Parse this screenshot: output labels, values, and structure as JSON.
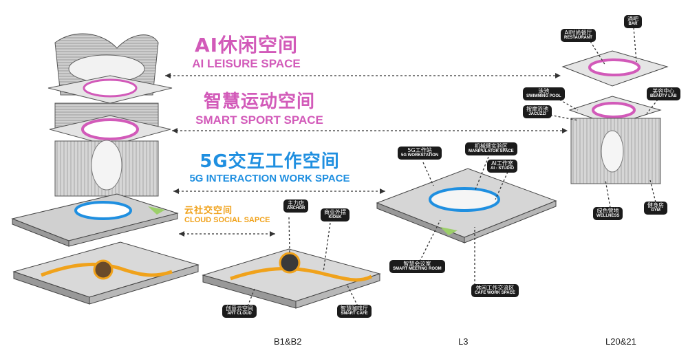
{
  "colors": {
    "pink": "#d25ab9",
    "blue": "#1f8fe0",
    "orange": "#f0a21b",
    "gray_building": "#c9c9c9",
    "tag_bg": "#1b1b1b"
  },
  "zones": {
    "leisure": {
      "cn": "AI休闲空间",
      "en": "AI LEISURE SPACE"
    },
    "sport": {
      "cn": "智慧运动空间",
      "en": "SMART SPORT SPACE"
    },
    "work": {
      "cn": "5G交互工作空间",
      "en": "5G INTERACTION WORK SPACE"
    },
    "social": {
      "cn": "云社交空间",
      "en": "CLOUD SOCIAL SAPCE"
    }
  },
  "tags": {
    "anchor": {
      "cn": "主力店",
      "en": "ANCHOR"
    },
    "kiosk": {
      "cn": "商业外摆",
      "en": "KIOSK"
    },
    "art_cloud": {
      "cn": "创意云空间",
      "en": "ART CLOUD"
    },
    "smart_cafe": {
      "cn": "智慧咖啡厅",
      "en": "SMART CAFE"
    },
    "workstation": {
      "cn": "5G工作站",
      "en": "5G WORKSTATION"
    },
    "manipulator": {
      "cn": "机械臂实验区",
      "en": "MANIPULATOR SPACE"
    },
    "ai_studio": {
      "cn": "AI工作室",
      "en": "AI - STUDIO"
    },
    "meeting": {
      "cn": "智慧会议室",
      "en": "SMART MEETING ROOM"
    },
    "cafe_work": {
      "cn": "休闲工作交流区",
      "en": "CAFE WORK SPACE"
    },
    "restaurant": {
      "cn": "AI时尚餐厅",
      "en": "RESTAURANT"
    },
    "bar": {
      "cn": "酒吧",
      "en": "BAR"
    },
    "pool": {
      "cn": "泳池",
      "en": "SWIMMING POOL"
    },
    "jacuzzi": {
      "cn": "按摩浴池",
      "en": "JACUZZI"
    },
    "beauty": {
      "cn": "美容中心",
      "en": "BEAUTY LAB"
    },
    "wellness": {
      "cn": "绿色营地",
      "en": "WELLNESS"
    },
    "gym": {
      "cn": "健身房",
      "en": "GYM"
    }
  },
  "levels": {
    "basement": "B1&B2",
    "l3": "L3",
    "top": "L20&21"
  }
}
